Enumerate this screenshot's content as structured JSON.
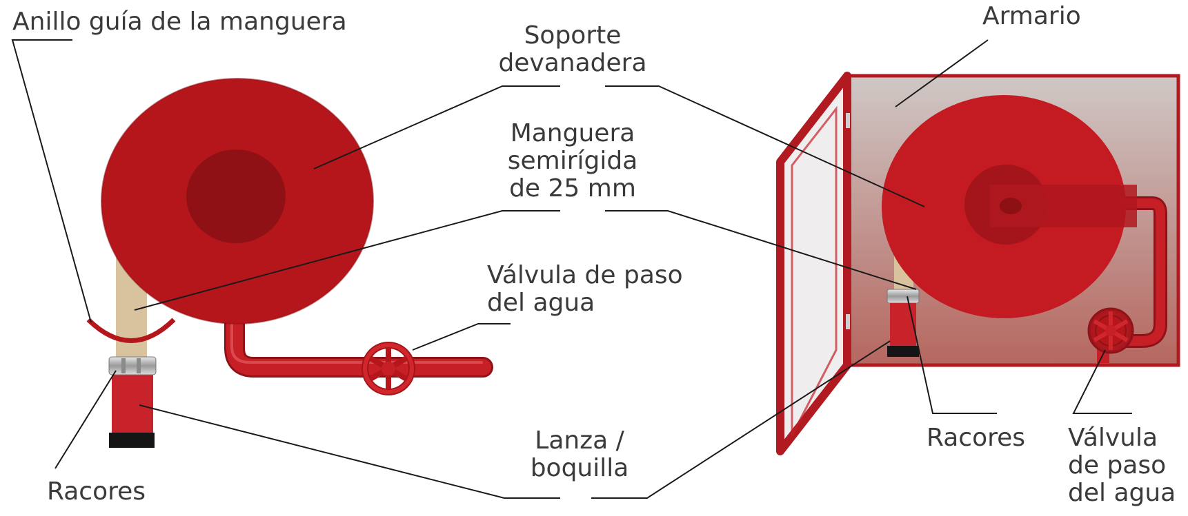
{
  "labels": {
    "anillo": "Anillo guía de la manguera",
    "soporte": [
      "Soporte",
      "devanadera"
    ],
    "manguera": [
      "Manguera",
      "semirígida",
      "de 25 mm"
    ],
    "valvula_center": [
      "Válvula de paso",
      "del agua"
    ],
    "lanza": [
      "Lanza /",
      "boquilla"
    ],
    "racores_left": "Racores",
    "armario": "Armario",
    "racores_right": "Racores",
    "valvula_right": [
      "Válvula",
      "de paso",
      "del agua"
    ]
  },
  "colors": {
    "reel_red": "#b5161c",
    "reel_hub": "#8c1014",
    "pipe_red": "#c62026",
    "hose_beige": "#d9c4a0",
    "nozzle_black": "#141414",
    "coupling_silver": "#b8b8b8",
    "cabinet_top": "#c8bfbd",
    "cabinet_bottom": "#b56a62",
    "leader_line": "#1a1a1a",
    "text": "#3a3a3a"
  }
}
